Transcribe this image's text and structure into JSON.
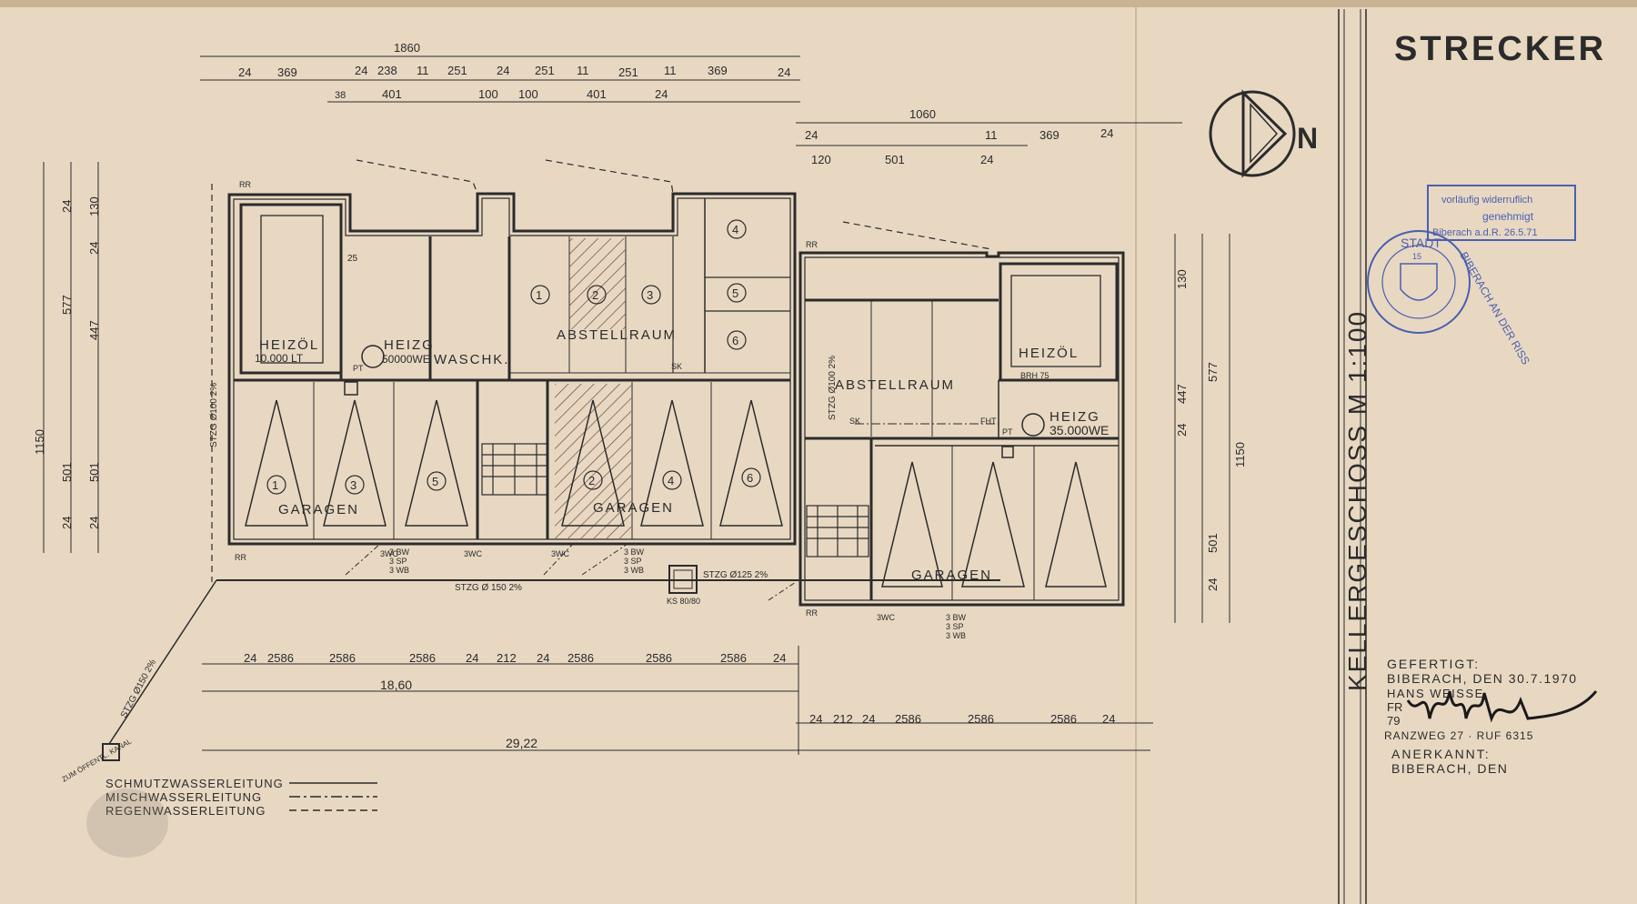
{
  "title_block": {
    "project": "STRECKER",
    "drawing_title": "KELLERGESCHOSS M 1:100",
    "gefertigt": "GEFERTIGT:",
    "gefertigt_ort": "BIBERACH, DEN 30.7.1970",
    "architect_name": "HANS WEISSE",
    "architect_line2": "FR",
    "architect_line3": "79",
    "architect_address": "RANZWEG 27 · RUF 6315",
    "anerkannt": "ANERKANNT:",
    "anerkannt_ort": "BIBERACH, DEN"
  },
  "north": {
    "label": "N"
  },
  "stamps": {
    "approval_line1": "vorläufig widerruflich",
    "approval_line2": "genehmigt",
    "approval_line3": "Biberach a.d.R. 26.5.71",
    "seal_top": "STADT",
    "seal_bottom": "BIBERACH AN DER RISS",
    "seal_number": "15"
  },
  "rooms": {
    "heizoel_left": "HEIZÖL",
    "heizoel_left_volume": "10.000 LT",
    "heizg_left": "HEIZG",
    "heizg_left_power": "50000WE",
    "waschk": "WASCHK.",
    "abstellraum_left": "ABSTELLRAUM",
    "abstellraum_right": "ABSTELLRAUM",
    "heizoel_right": "HEIZÖL",
    "heizg_right": "HEIZG",
    "heizg_right_power": "35.000WE",
    "garagen_1": "GARAGEN",
    "garagen_2": "GARAGEN",
    "garagen_3": "GARAGEN"
  },
  "storage_numbers": [
    "1",
    "2",
    "3",
    "4",
    "5",
    "6"
  ],
  "garage_numbers_left": [
    "1",
    "3",
    "5"
  ],
  "garage_numbers_mid": [
    "2",
    "4",
    "6"
  ],
  "dimensions": {
    "top_total": "1860",
    "top_row1": [
      "24",
      "369",
      "24",
      "238",
      "11",
      "251",
      "24",
      "251",
      "11",
      "251",
      "11",
      "369",
      "24"
    ],
    "top_row2": [
      "38",
      "401",
      "100",
      "100",
      "401",
      "24"
    ],
    "right_total": "1060",
    "right_row1": [
      "24",
      "11",
      "369",
      "24"
    ],
    "right_row2": [
      "120",
      "501",
      "24"
    ],
    "left_vertical": [
      "1150",
      "577",
      "501",
      "24",
      "24",
      "130",
      "447",
      "24",
      "501",
      "24"
    ],
    "right_vertical": [
      "130",
      "577",
      "447",
      "24",
      "501",
      "24",
      "1150"
    ],
    "bottom_row1": [
      "24",
      "2586",
      "2586",
      "2586",
      "24",
      "212",
      "24",
      "2586",
      "2586",
      "2586",
      "24"
    ],
    "bottom_1860": "18,60",
    "bottom_row2": [
      "24",
      "212",
      "24",
      "2586",
      "2586",
      "2586",
      "24"
    ],
    "bottom_total": "29,22"
  },
  "annotations": {
    "rr": "RR",
    "stzg_left": "STZG Ø100 2%",
    "stzg_bottom": "STZG Ø 150 2%",
    "stzg_bottom2": "STZG Ø125 2%",
    "stzg_diag": "STZG Ø150 2%",
    "stzg_right": "STZG Ø100 2%",
    "kontrollschacht": "KS 80/80",
    "wc": "3WC",
    "bw_sp_wb": [
      "3 BW",
      "3 SP",
      "3 WB"
    ],
    "sk": "SK",
    "fh": "FHT",
    "pt": "PT",
    "brh": "BRH 75",
    "dim_25": "25",
    "oeffentl": "ZUM ÖFFENTL. KANAL"
  },
  "legend": [
    {
      "label": "SCHMUTZWASSERLEITUNG",
      "style": "solid"
    },
    {
      "label": "MISCHWASSERLEITUNG",
      "style": "dashdot"
    },
    {
      "label": "REGENWASSERLEITUNG",
      "style": "dashed"
    }
  ],
  "colors": {
    "paper": "#e8d8c2",
    "paper_shadow": "#d7c3a8",
    "ink": "#2b2b2b",
    "stamp_blue": "#4a5fb0",
    "signature": "#1a1a1a"
  }
}
